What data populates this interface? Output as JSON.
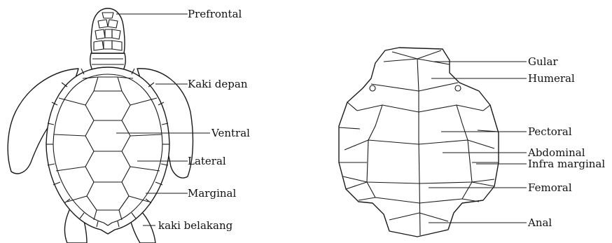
{
  "figure": {
    "carapace_labels": {
      "prefrontal": "Prefrontal",
      "kaki_depan": "Kaki depan",
      "ventral": "Ventral",
      "lateral": "Lateral",
      "marginal": "Marginal",
      "kaki_belakang": "kaki belakang"
    },
    "plastron_labels": {
      "gular": "Gular",
      "humeral": "Humeral",
      "pectoral": "Pectoral",
      "abdominal": "Abdominal",
      "infra_marginal": "Infra marginal",
      "femoral": "Femoral",
      "anal": "Anal"
    }
  }
}
